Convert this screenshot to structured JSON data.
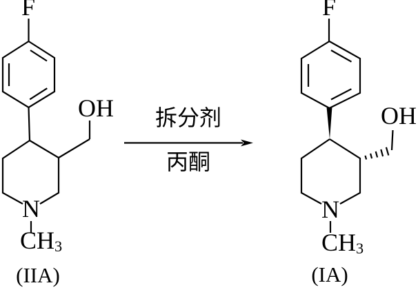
{
  "reaction": {
    "reactant": {
      "atoms": {
        "fluorine": "F",
        "hydroxyl": "OH",
        "nitrogen": "N",
        "methyl_base": "CH",
        "methyl_sub": "3"
      },
      "caption": "(IIA)"
    },
    "conditions": {
      "above_arrow": "拆分剂",
      "below_arrow": "丙酮"
    },
    "product": {
      "atoms": {
        "fluorine": "F",
        "hydroxyl": "OH",
        "nitrogen": "N",
        "methyl_base": "CH",
        "methyl_sub": "3"
      },
      "caption": "(IA)"
    },
    "colors": {
      "ink": "#000000",
      "background": "#ffffff"
    }
  }
}
